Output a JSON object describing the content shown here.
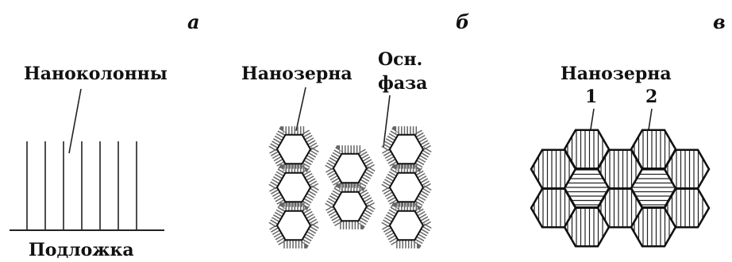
{
  "panels": {
    "a": {
      "letter": "а",
      "label_top": "Наноколонны",
      "label_bottom": "Подложка"
    },
    "b": {
      "letter": "б",
      "label_grains": "Нанозерна",
      "label_phase_line1": "Осн.",
      "label_phase_line2": "фаза"
    },
    "c": {
      "letter": "в",
      "label_grains": "Нанозерна",
      "number_1": "1",
      "number_2": "2"
    }
  }
}
